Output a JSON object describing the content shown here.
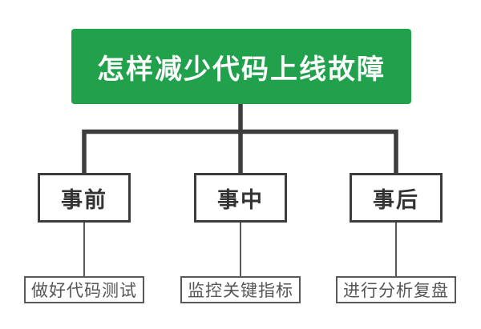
{
  "diagram": {
    "title": "怎样减少代码上线故障",
    "root": {
      "label": "怎样减少代码上线故障"
    },
    "branches": [
      {
        "label": "事前",
        "child": "做好代码测试"
      },
      {
        "label": "事中",
        "child": "监控关键指标"
      },
      {
        "label": "事后",
        "child": "进行分析复盘"
      }
    ],
    "colors": {
      "root_bg": "#21A14B",
      "root_text": "#FFFFFF",
      "thick_line": "#3D3D3D",
      "thin_line": "#595959",
      "node_border": "#3D3D3D",
      "node_text": "#333333",
      "leaf_border": "#595959",
      "leaf_text": "#555555",
      "background": "#FFFFFF"
    }
  }
}
